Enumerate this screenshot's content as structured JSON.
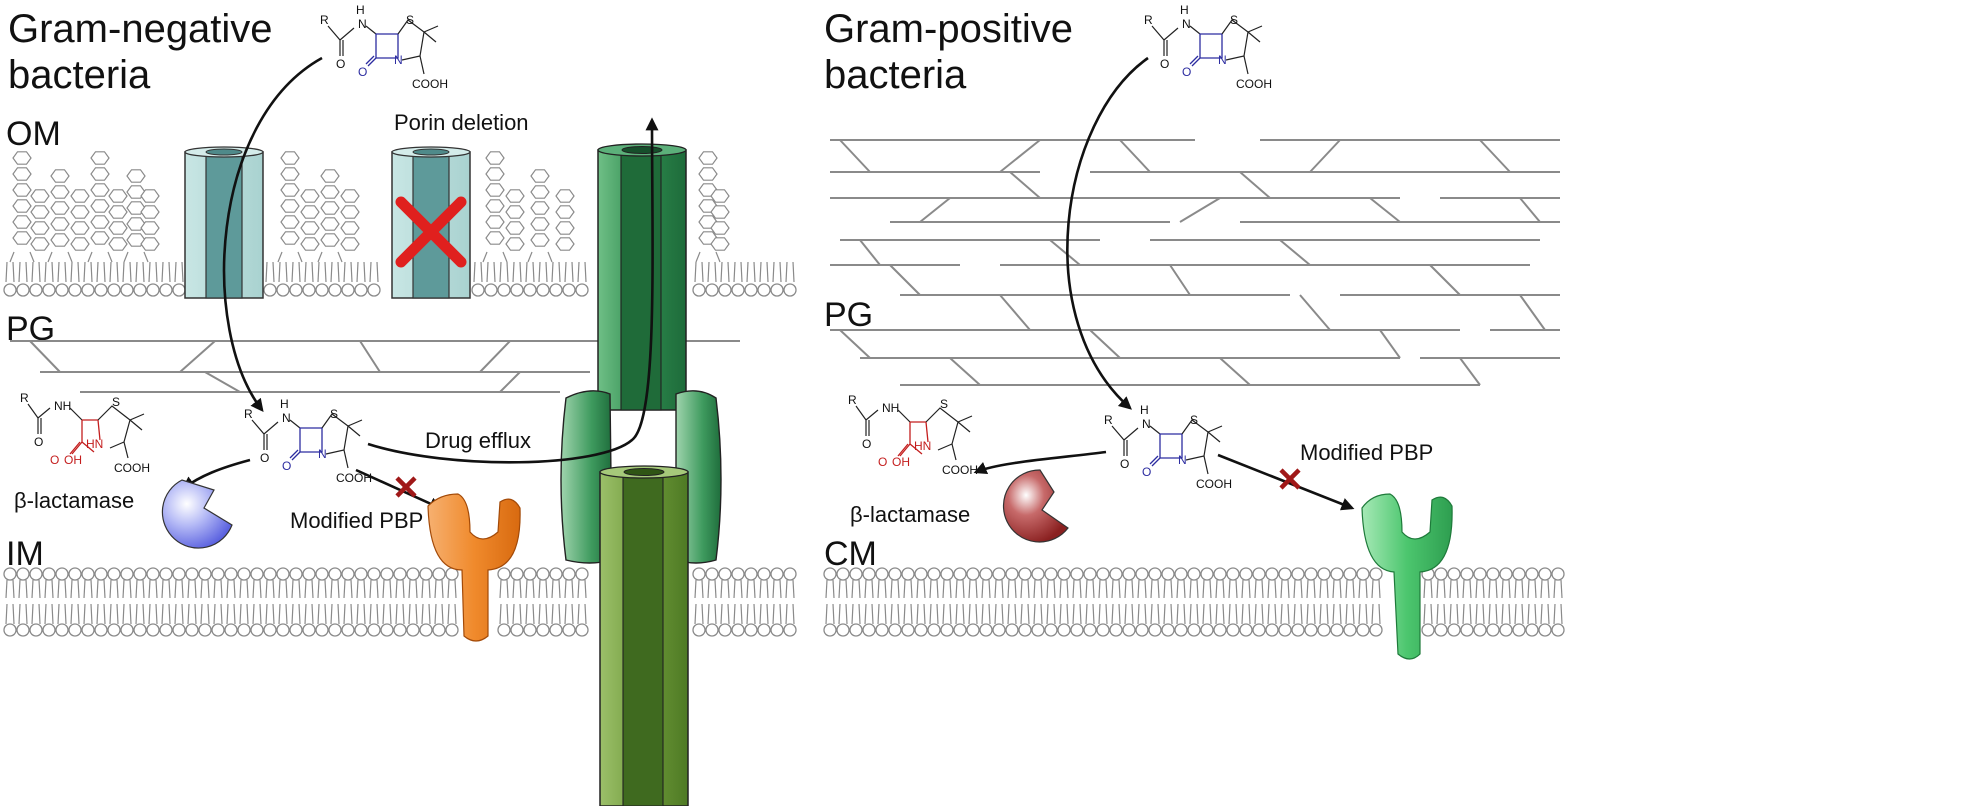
{
  "left_panel": {
    "title_line1": "Gram-negative",
    "title_line2": "bacteria",
    "outer_membrane_label": "OM",
    "peptidoglycan_label": "PG",
    "inner_membrane_label": "IM",
    "porin_deletion_label": "Porin deletion",
    "drug_efflux_label": "Drug efflux",
    "beta_lactamase_label": "β-lactamase",
    "modified_pbp_label": "Modified PBP",
    "beta_lactamase_color": "#7f86ee",
    "pbp_color": "#f08a2c",
    "porin_color": "#6aa8a8",
    "efflux_pump_color": "#2d8a4e",
    "efflux_lower_color": "#6f9a3a"
  },
  "right_panel": {
    "title_line1": "Gram-positive",
    "title_line2": "bacteria",
    "peptidoglycan_label": "PG",
    "cytoplasmic_membrane_label": "CM",
    "beta_lactamase_label": "β-lactamase",
    "modified_pbp_label": "Modified PBP",
    "beta_lactamase_color": "#a83a3a",
    "pbp_color": "#4cc66e"
  },
  "molecule_labels": {
    "r_group": "R",
    "amide_nh": "H",
    "amide_n": "N",
    "sulfur": "S",
    "ring_nitrogen": "N",
    "carbonyl_o": "O",
    "carboxyl": "COOH",
    "hydrolyzed_nh": "HN",
    "hydrolyzed_oh": "OH",
    "hydrolyzed_o": "O",
    "nh": "NH"
  },
  "colors": {
    "beta_lactam_ring": "#2c2ca0",
    "hydrolyzed_ring": "#c41e1e",
    "inhibition_cross": "#a01818",
    "porin_cross": "#e0201e"
  }
}
